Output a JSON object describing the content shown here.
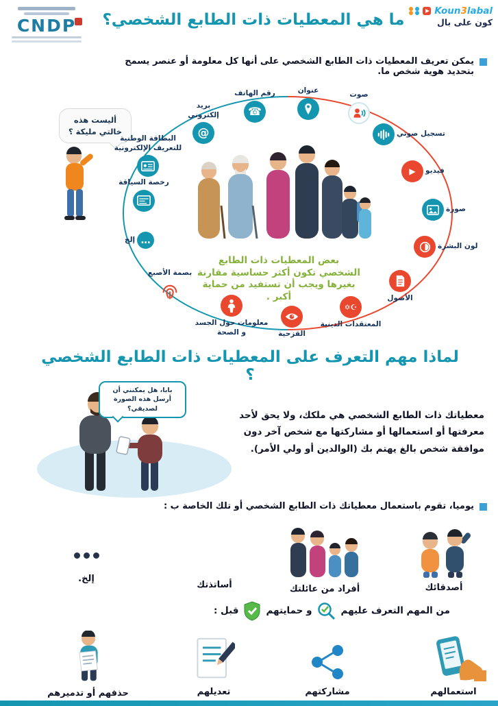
{
  "theme": {
    "teal": "#1596b0",
    "red": "#e9472e",
    "green": "#86b23c",
    "blue": "#3aa0d6",
    "navy": "#14325a"
  },
  "header": {
    "title": "ما هي المعطيات ذات الطابع الشخصي؟",
    "cndp_name": "CNDP",
    "koun": {
      "p1": "Koun",
      "p2": "3",
      "p3": "labal",
      "arabic": "كون على بال"
    }
  },
  "intro": "يمكن تعريف المعطيات ذات الطابع الشخصي على أنها كل معلومة أو عنصر يسمح بتحديد هوية شخص ما.",
  "diagram": {
    "bubble": "أليست هذه خالتي مليكة ؟",
    "center_note": "بعض المعطيات ذات الطابع الشخصي تكون أكثر حساسية مقارنة بغيرها ويجب أن تستفيد من حماية أكبر .",
    "items": [
      {
        "label": "عنوان",
        "icon": "location-pin",
        "sensitive": false
      },
      {
        "label": "رقم الهاتف",
        "icon": "phone",
        "sensitive": false
      },
      {
        "label": "بريد إلكتروني",
        "icon": "email-at",
        "sensitive": false
      },
      {
        "label": "البطاقة الوطنية للتعريف الإلكترونية",
        "icon": "id-card",
        "sensitive": false
      },
      {
        "label": "رخصة السياقة",
        "icon": "driving-license",
        "sensitive": false
      },
      {
        "label": "إلخ",
        "icon": "ellipsis",
        "sensitive": false
      },
      {
        "label": "بصمة الأصبع",
        "icon": "fingerprint",
        "sensitive": true
      },
      {
        "label": "معلومات حول الجسد و الصحة",
        "icon": "body-health",
        "sensitive": true
      },
      {
        "label": "القزحية",
        "icon": "eye-iris",
        "sensitive": true
      },
      {
        "label": "المعتقدات الدينية",
        "icon": "religious-symbols",
        "sensitive": true
      },
      {
        "label": "الأصول",
        "icon": "origins-document",
        "sensitive": true
      },
      {
        "label": "لون البشرة",
        "icon": "skin-color",
        "sensitive": true
      },
      {
        "label": "صورة",
        "icon": "photo",
        "sensitive": false
      },
      {
        "label": "فيديو",
        "icon": "video-play",
        "sensitive": true
      },
      {
        "label": "تسجيل صوتي",
        "icon": "audio-recording",
        "sensitive": false
      },
      {
        "label": "صوت",
        "icon": "voice",
        "sensitive": false
      }
    ]
  },
  "section2": {
    "title": "لماذا مهم التعرف على المعطيات ذات الطابع الشخصي ؟",
    "bubble": "بابا، هل يمكنني أن أرسل هذه الصورة لصديقي؟",
    "paragraph": "معطياتك ذات الطابع الشخصي هي ملكك، ولا يحق لأحد معرفتها أو استعمالها أو مشاركتها مع شخص آخر دون موافقة شخص بالغ يهتم بك (الوالدين أو ولي الأمر).",
    "daily_line": "يوميا، تقوم باستعمال معطياتك ذات الطابع الشخصي أو تلك الخاصة ب :",
    "groups": [
      {
        "label": "أصدقائك"
      },
      {
        "label": "أفراد من عائلتك"
      },
      {
        "label": "أساتذتك"
      },
      {
        "label": "إلخ."
      }
    ],
    "protect": {
      "part1": "من المهم التعرف عليهم",
      "part2": "و حمايتهم",
      "part3": "قبل :"
    },
    "actions": [
      {
        "label": "استعمالهم"
      },
      {
        "label": "مشاركتهم"
      },
      {
        "label": "تعديلهم"
      },
      {
        "label": "حذفهم أو تدميرهم"
      }
    ]
  }
}
